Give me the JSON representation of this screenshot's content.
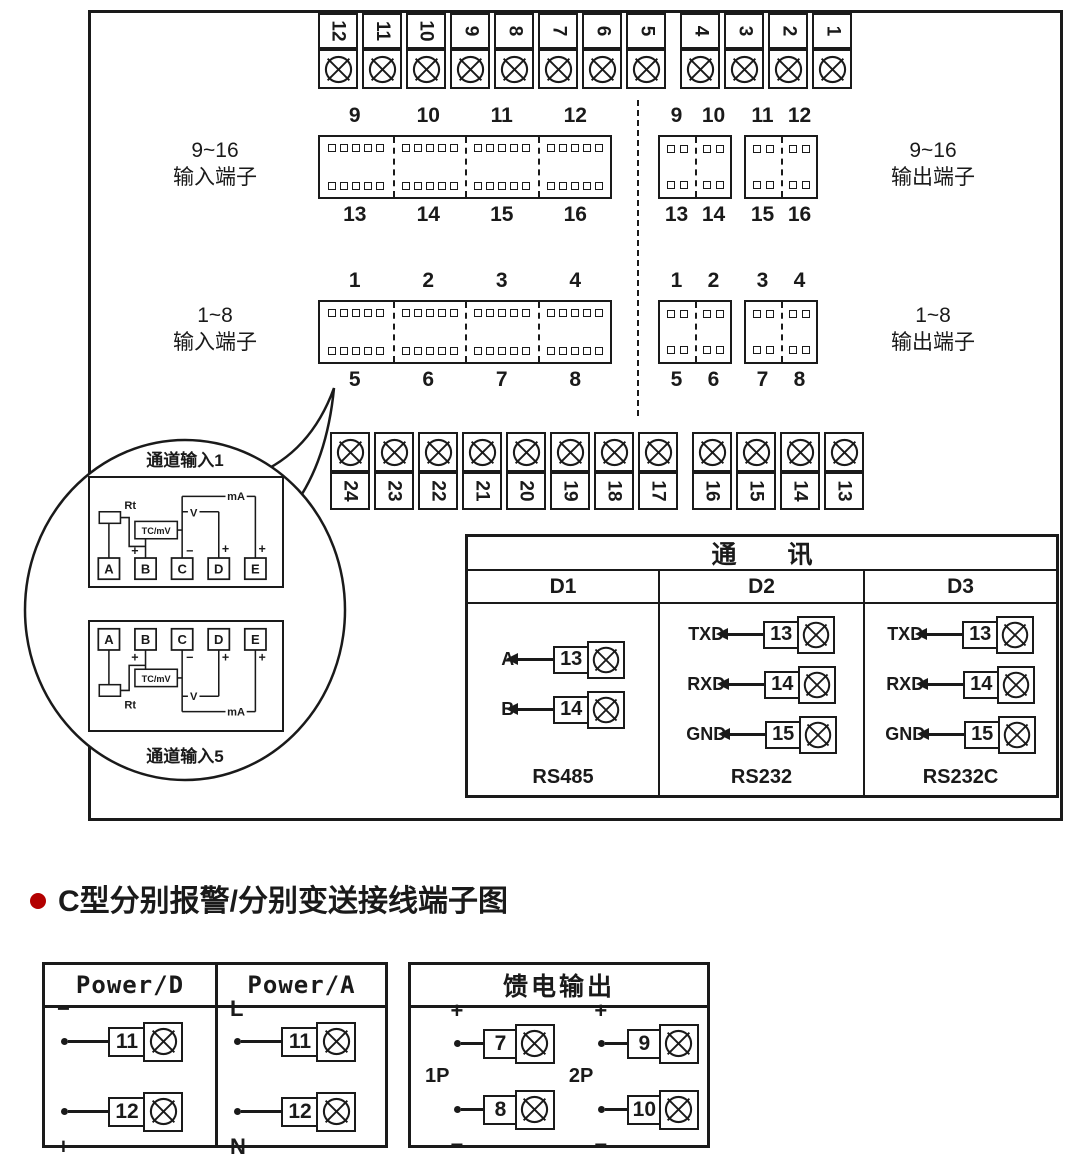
{
  "colors": {
    "ink": "#1a1a1a",
    "bullet_red": "#b30000"
  },
  "panel": {
    "top_strip": [
      "12",
      "11",
      "10",
      "9",
      "8",
      "7",
      "6",
      "5",
      "4",
      "3",
      "2",
      "1"
    ],
    "bottom_strip": [
      "24",
      "23",
      "22",
      "21",
      "20",
      "19",
      "18",
      "17",
      "16",
      "15",
      "14",
      "13"
    ],
    "blocks": {
      "input_9_16": {
        "range": "9~16",
        "name": "输入端子",
        "top": [
          "9",
          "10",
          "11",
          "12"
        ],
        "bottom": [
          "13",
          "14",
          "15",
          "16"
        ]
      },
      "output_9_16": {
        "range": "9~16",
        "name": "输出端子",
        "top": [
          "9",
          "10",
          "11",
          "12"
        ],
        "bottom": [
          "13",
          "14",
          "15",
          "16"
        ]
      },
      "input_1_8": {
        "range": "1~8",
        "name": "输入端子",
        "top": [
          "1",
          "2",
          "3",
          "4"
        ],
        "bottom": [
          "5",
          "6",
          "7",
          "8"
        ]
      },
      "output_1_8": {
        "range": "1~8",
        "name": "输出端子",
        "top": [
          "1",
          "2",
          "3",
          "4"
        ],
        "bottom": [
          "5",
          "6",
          "7",
          "8"
        ]
      }
    },
    "callout": {
      "top_label": "通道输入1",
      "bottom_label": "通道输入5",
      "terminals": [
        "A",
        "B",
        "C",
        "D",
        "E"
      ],
      "rt": "Rt",
      "tc": "TC/mV",
      "v": "V",
      "ma": "mA",
      "plus": "+",
      "minus": "−"
    },
    "comm": {
      "title": "通 讯",
      "columns": [
        {
          "header": "D1",
          "footer": "RS485",
          "rows": [
            {
              "signal": "A",
              "terminal": "13"
            },
            {
              "signal": "B",
              "terminal": "14"
            }
          ]
        },
        {
          "header": "D2",
          "footer": "RS232",
          "rows": [
            {
              "signal": "TXD",
              "terminal": "13"
            },
            {
              "signal": "RXD",
              "terminal": "14"
            },
            {
              "signal": "GND",
              "terminal": "15"
            }
          ]
        },
        {
          "header": "D3",
          "footer": "RS232C",
          "rows": [
            {
              "signal": "TXD",
              "terminal": "13"
            },
            {
              "signal": "RXD",
              "terminal": "14"
            },
            {
              "signal": "GND",
              "terminal": "15"
            }
          ]
        }
      ]
    }
  },
  "section": {
    "heading": "C型分别报警/分别变送接线端子图"
  },
  "power_box": {
    "columns": [
      {
        "header": "Power/D",
        "rows": [
          {
            "sign": "−",
            "terminal": "11"
          },
          {
            "sign": "+",
            "terminal": "12"
          }
        ]
      },
      {
        "header": "Power/A",
        "rows": [
          {
            "sign": "L",
            "terminal": "11"
          },
          {
            "sign": "N",
            "terminal": "12"
          }
        ]
      }
    ]
  },
  "feed_box": {
    "header": "馈电输出",
    "groups": [
      {
        "label": "1P",
        "rows": [
          {
            "sign": "+",
            "terminal": "7"
          },
          {
            "sign": "−",
            "terminal": "8"
          }
        ]
      },
      {
        "label": "2P",
        "rows": [
          {
            "sign": "+",
            "terminal": "9"
          },
          {
            "sign": "−",
            "terminal": "10"
          }
        ]
      }
    ]
  }
}
